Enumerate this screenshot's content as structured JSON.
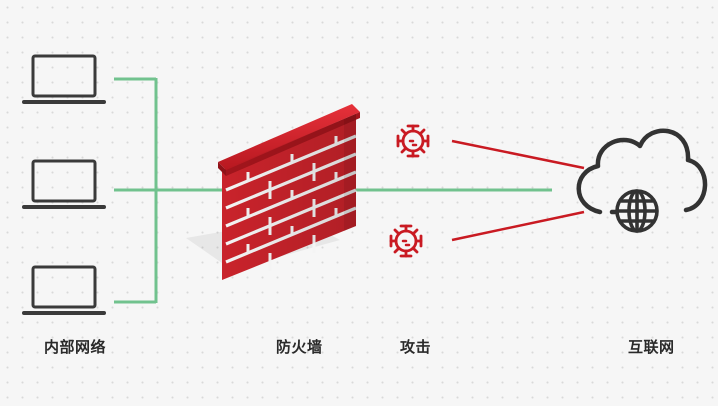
{
  "labels": {
    "internal_network": "内部网络",
    "firewall": "防火墙",
    "attack": "攻击",
    "internet": "互联网"
  },
  "colors": {
    "connector_green": "#71c28e",
    "attack_red": "#c91a22",
    "brick_red": "#c9232b",
    "mortar_white": "#f2f2f2",
    "outline_dark": "#3a3a3a"
  },
  "icons": {
    "laptop": "laptop-icon",
    "firewall": "brick-wall-icon",
    "virus": "virus-icon",
    "cloud": "cloud-icon",
    "globe": "globe-icon"
  }
}
